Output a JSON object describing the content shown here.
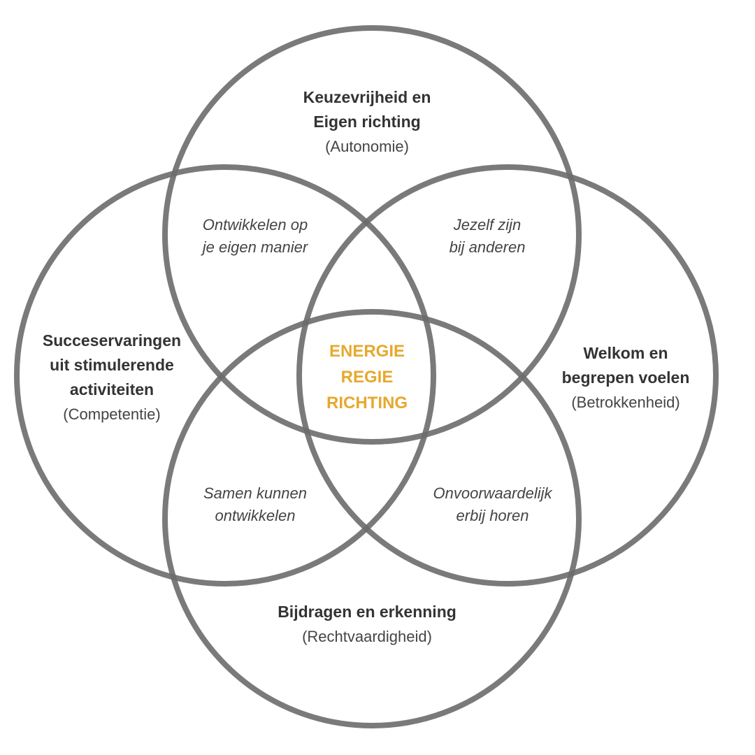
{
  "colors": {
    "circle_stroke": "#6b6b6b",
    "text": "#333333",
    "center_accent": "#e6a92e"
  },
  "top": {
    "line1": "Keuzevrijheid en",
    "line2": "Eigen richting",
    "sub": "(Autonomie)"
  },
  "left": {
    "line1": "Succeservaringen",
    "line2": "uit stimulerende",
    "line3": "activiteiten",
    "sub": "(Competentie)"
  },
  "right": {
    "line1": "Welkom en",
    "line2": "begrepen voelen",
    "sub": "(Betrokkenheid)"
  },
  "bottom": {
    "line1": "Bijdragen en erkenning",
    "sub": "(Rechtvaardigheid)"
  },
  "overlaps": {
    "top_left": {
      "line1": "Ontwikkelen op",
      "line2": "je eigen manier"
    },
    "top_right": {
      "line1": "Jezelf zijn",
      "line2": "bij anderen"
    },
    "bottom_left": {
      "line1": "Samen kunnen",
      "line2": "ontwikkelen"
    },
    "bottom_right": {
      "line1": "Onvoorwaardelijk",
      "line2": "erbij horen"
    }
  },
  "center": {
    "line1": "ENERGIE",
    "line2": "REGIE",
    "line3": "RICHTING"
  }
}
